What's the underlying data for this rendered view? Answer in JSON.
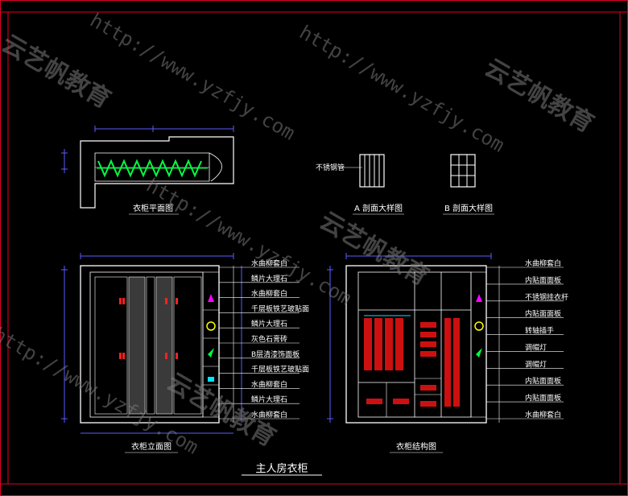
{
  "titles": {
    "plan": "衣柜平面图",
    "sectionA": "A 剖面大样图",
    "sectionB": "B 剖面大样图",
    "elevation": "衣柜立面图",
    "structure": "衣柜结构图",
    "main": "主人房衣柜"
  },
  "labels": {
    "pipe": "不锈钢管"
  },
  "elevation_labels": [
    "水曲柳套白",
    "鳞片大理石",
    "水曲柳套白",
    "千层板铁艺玻贴面",
    "鳞片大理石",
    "灰色石膏砖",
    "B层清漆饰面板",
    "千层板铁艺玻贴面",
    "水曲柳套白",
    "鳞片大理石",
    "水曲柳套白"
  ],
  "structure_labels": [
    "水曲柳套白",
    "内贴面面板",
    "不锈钢挂衣杆",
    "内贴面面板",
    "转轴插手",
    "调帽灯",
    "调帽灯",
    "内贴面面板",
    "内贴面面板",
    "水曲柳套白"
  ],
  "watermarks": {
    "url": "http://www.yzfjy.com",
    "brand": "云艺帆教育"
  },
  "colors": {
    "background": "#000000",
    "border": "#e0002a",
    "outline": "#ffffff",
    "dim": "#5a5cff",
    "cyan": "#00e5ff",
    "accent_red": "#ff2020",
    "green": "#00ff40",
    "yellow": "#ffff00",
    "magenta": "#ff00ff"
  }
}
